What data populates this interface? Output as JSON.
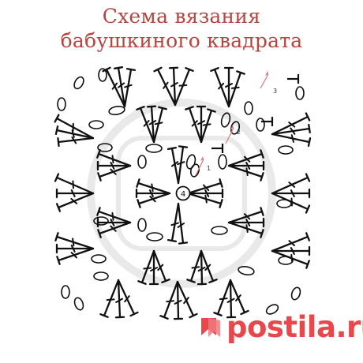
{
  "title": {
    "line1": "Схема вязания",
    "line2": "бабушкиного квадрата"
  },
  "diagram": {
    "center_ring_label": "4",
    "round_markers": [
      "1",
      "2",
      "3"
    ],
    "colors": {
      "title": "#b5453f",
      "stitches": "#111111",
      "round_arrows": "#d97b7b",
      "watermark": "#e8474c",
      "faint_watermark": "#e9e9e9"
    },
    "symbols": [
      "chain-stitch-oval",
      "double-crochet",
      "slip-stitch",
      "magic-ring"
    ]
  },
  "watermark": {
    "text": "postila.ru",
    "icon": "postila-ribbon-logo"
  }
}
